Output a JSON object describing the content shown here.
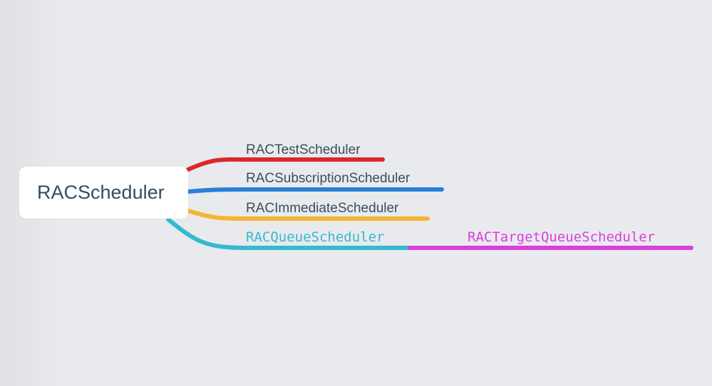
{
  "root": {
    "label": "RACScheduler"
  },
  "branches": [
    {
      "label": "RACTestScheduler",
      "color": "#d9272d",
      "font": "sans"
    },
    {
      "label": "RACSubscriptionScheduler",
      "color": "#2a7fd6",
      "font": "sans"
    },
    {
      "label": "RACImmediateScheduler",
      "color": "#f5b52e",
      "font": "sans"
    },
    {
      "label": "RACQueueScheduler",
      "color": "#36b9cf",
      "font": "mono",
      "children": [
        {
          "label": "RACTargetQueueScheduler",
          "color": "#db3fdc",
          "font": "mono"
        }
      ]
    }
  ]
}
